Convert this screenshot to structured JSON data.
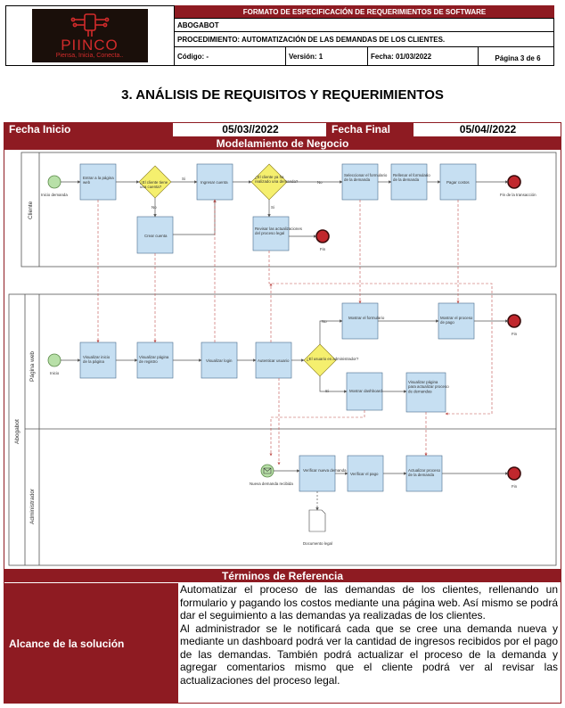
{
  "header": {
    "logo_name": "PIINCO",
    "logo_tagline": "Piensa, Inicia, Conecta..",
    "form_title": "FORMATO DE ESPECIFICACIÓN DE REQUERIMIENTOS DE SOFTWARE",
    "project": "ABOGABOT",
    "procedure": "PROCEDIMIENTO: AUTOMATIZACIÓN DE LAS DEMANDAS DE LOS CLIENTES.",
    "code": "Código: -",
    "version": "Versión: 1",
    "date": "Fecha: 01/03/2022",
    "page": "Página 3 de 6"
  },
  "section_title": "3.  ANÁLISIS DE REQUISITOS Y REQUERIMIENTOS",
  "dates": {
    "start_label": "Fecha Inicio",
    "start_value": "05/03//2022",
    "end_label": "Fecha Final",
    "end_value": "05/04//2022"
  },
  "business_model_title": "Modelamiento de Negocio",
  "diagram": {
    "pool_abogabot": "Abogabot",
    "lane_cliente": "Cliente",
    "lane_pagina": "Página web",
    "lane_admin": "Administrador",
    "cliente": {
      "start": "Inicio demanda",
      "t1": "Entrar a la página web",
      "g1": "¿El cliente tiene una cuenta?",
      "g1_yes": "Si",
      "g1_no": "No",
      "t_crear": "Crear cuenta",
      "t2": "Ingresar cuenta",
      "g2": "¿El cliente ya ha realizado una demanda?",
      "g2_yes": "Si",
      "g2_no": "No",
      "t_revisar": "Revisar las actualizaciones del proceso legal",
      "end_rev": "Fin",
      "t3": "Seleccionar el formulario de la demanda",
      "t4": "Rellenar el formulario de la demanda",
      "t5": "Pagar costos",
      "end": "Fin de la transacción"
    },
    "pagina": {
      "start": "Inicio",
      "t1": "Visualizar inicio de la página",
      "t2": "Visualizar página de registro",
      "t3": "Visualizar login",
      "t4": "Autenticar usuario",
      "g1": "¿El usuario es administrador?",
      "g1_no": "No",
      "g1_yes": "Si",
      "t_form": "Mostrar el formulario",
      "t_pago": "Mostrar el proceso de pago",
      "end": "Fin",
      "t_dash": "Mostrar dashboard",
      "t_vis": "Visualizar página para actualizar proceso de demandas"
    },
    "admin": {
      "start": "Nueva demanda recibida",
      "t1": "Verificar nueva demanda",
      "t2": "Verificar el pago",
      "t3": "Actualizar proceso de la demanda",
      "end": "Fin",
      "doc": "Documento legal"
    }
  },
  "terms_title": "Términos de Referencia",
  "scope": {
    "label": "Alcance de la solución",
    "p1": "Automatizar el proceso de las demandas de los clientes, rellenando un formulario y pagando los costos mediante una página web. Así mismo se podrá dar el seguimiento a las demandas ya realizadas de los clientes.",
    "p2": "Al administrador se le notificará cada que se cree una demanda nueva y mediante un dashboard podrá ver la cantidad de ingresos recibidos por el pago de las demandas. También podrá actualizar el proceso de la demanda y agregar comentarios mismo que el cliente podrá ver al revisar las actualizaciones del proceso legal."
  },
  "colors": {
    "accent": "#8e1b22",
    "task_fill": "#c6dff2",
    "gateway_fill": "#f5ef6e",
    "start_fill": "#b8e0a8",
    "end_fill": "#c1272d"
  }
}
